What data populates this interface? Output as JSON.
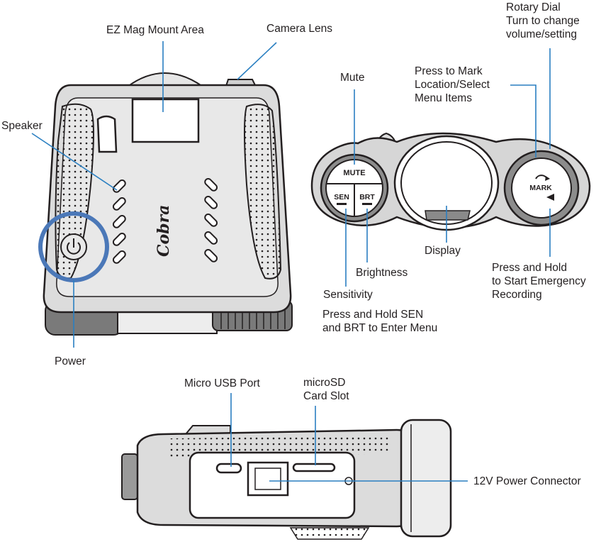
{
  "colors": {
    "leader": "#2a7fc1",
    "highlight": "#4b78b8",
    "outline": "#231f20",
    "body_gray": "#d9d9d9",
    "dark_gray": "#8a8a8a"
  },
  "callouts": {
    "ez_mag": "EZ Mag Mount  Area",
    "camera_lens": "Camera Lens",
    "speaker": "Speaker",
    "power": "Power",
    "mute": "Mute",
    "mark_lines": [
      "Press to Mark",
      "Location/Select",
      "Menu Items"
    ],
    "dial_lines": [
      "Rotary Dial",
      "Turn to change",
      "volume/setting"
    ],
    "display": "Display",
    "brightness": "Brightness",
    "sensitivity": "Sensitivity",
    "menu_lines": [
      "Press and Hold SEN",
      "and BRT to Enter Menu"
    ],
    "emergency_lines": [
      "Press and Hold",
      "to Start Emergency",
      "Recording"
    ],
    "usb": "Micro USB Port",
    "sd_lines": [
      "microSD",
      "Card Slot"
    ],
    "power_conn": "12V Power Connector"
  },
  "device": {
    "brand": "Cobra",
    "btn_mute": "MUTE",
    "btn_sen": "SEN",
    "btn_brt": "BRT",
    "btn_mark": "MARK"
  }
}
